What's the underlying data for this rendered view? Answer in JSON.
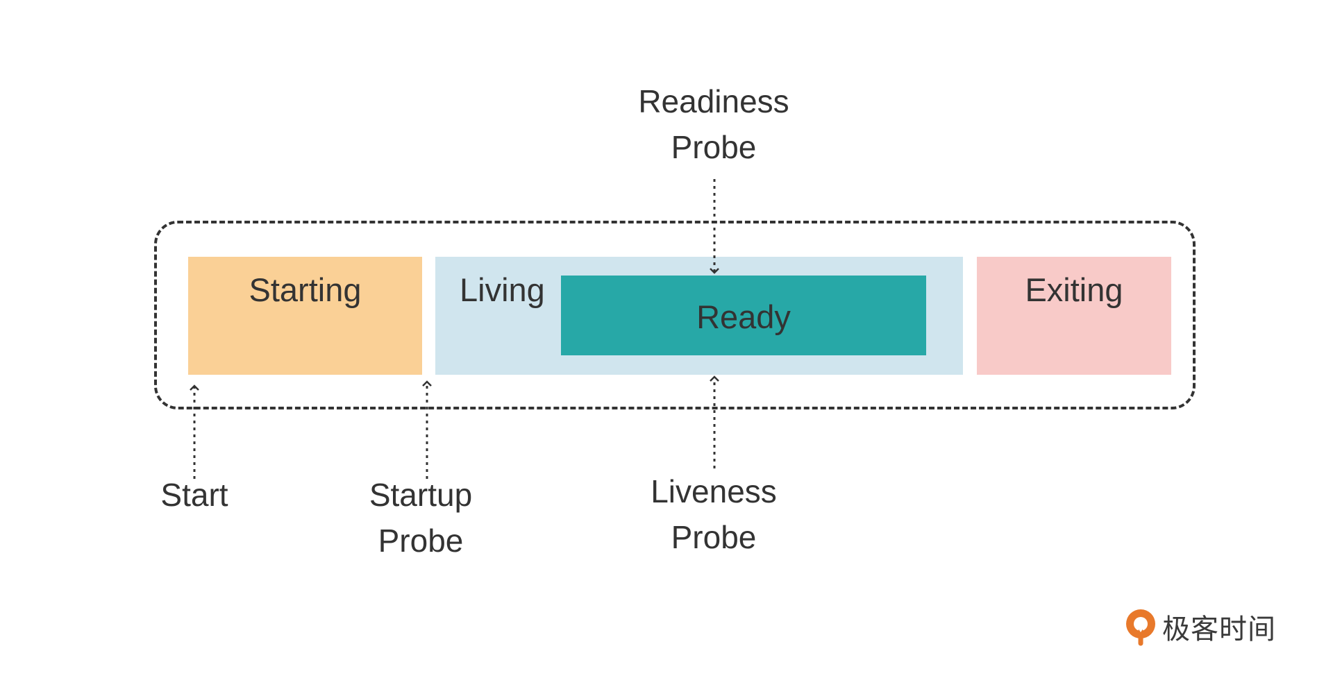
{
  "colors": {
    "starting": "#fad096",
    "living": "#d0e5ee",
    "ready": "#27a8a7",
    "exiting": "#f8cac8",
    "border": "#333333",
    "text": "#333333",
    "brand_orange": "#e8792b"
  },
  "stages": {
    "starting": "Starting",
    "living": "Living",
    "ready": "Ready",
    "exiting": "Exiting"
  },
  "probes": {
    "readiness": [
      "Readiness",
      "Probe"
    ],
    "liveness": [
      "Liveness",
      "Probe"
    ],
    "startup": [
      "Startup",
      "Probe"
    ],
    "start": "Start"
  },
  "brand": {
    "name": "极客时间",
    "icon": "geektime-logo-icon"
  }
}
